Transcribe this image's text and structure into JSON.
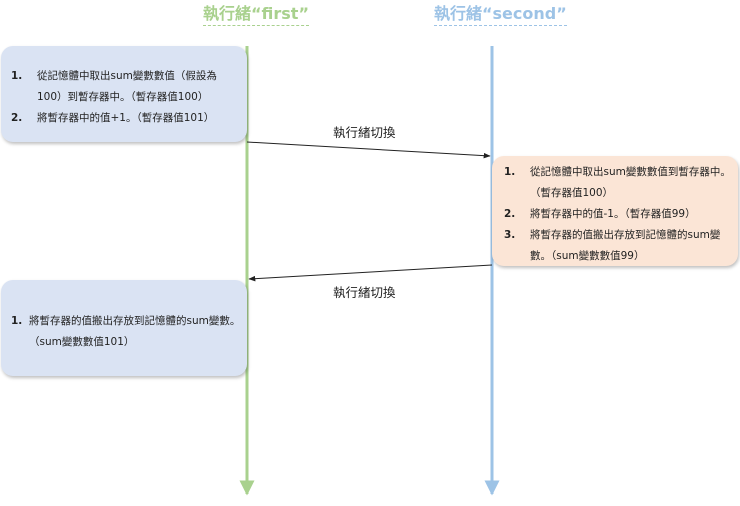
{
  "threads": {
    "first": {
      "title": "執行緒“first”",
      "color": "#a9d18e"
    },
    "second": {
      "title": "執行緒“second”",
      "color": "#9dc3e6"
    }
  },
  "switch_labels": [
    "執行緒切換",
    "執行緒切換"
  ],
  "boxes": {
    "first_step1": {
      "fill": "#dae3f3",
      "items": [
        {
          "num": "1.",
          "text": "從記憶體中取出sum變數數值（假設為100）到暫存器中。（暫存器值100）"
        },
        {
          "num": "2.",
          "text": "將暫存器中的值+1。（暫存器值101）"
        }
      ]
    },
    "second_step1": {
      "fill": "#fbe5d6",
      "items": [
        {
          "num": "1.",
          "text": "從記憶體中取出sum變數數值到暫存器中。（暫存器值100）"
        },
        {
          "num": "2.",
          "text": "將暫存器中的值-1。（暫存器值99）"
        },
        {
          "num": "3.",
          "text": "將暫存器的值搬出存放到記憶體的sum變數。（sum變數數值99）"
        }
      ]
    },
    "first_step2": {
      "fill": "#dae3f3",
      "items": [
        {
          "num": "1.",
          "text": "將暫存器的值搬出存放到記憶體的sum變數。（sum變數數值101）"
        }
      ]
    }
  }
}
